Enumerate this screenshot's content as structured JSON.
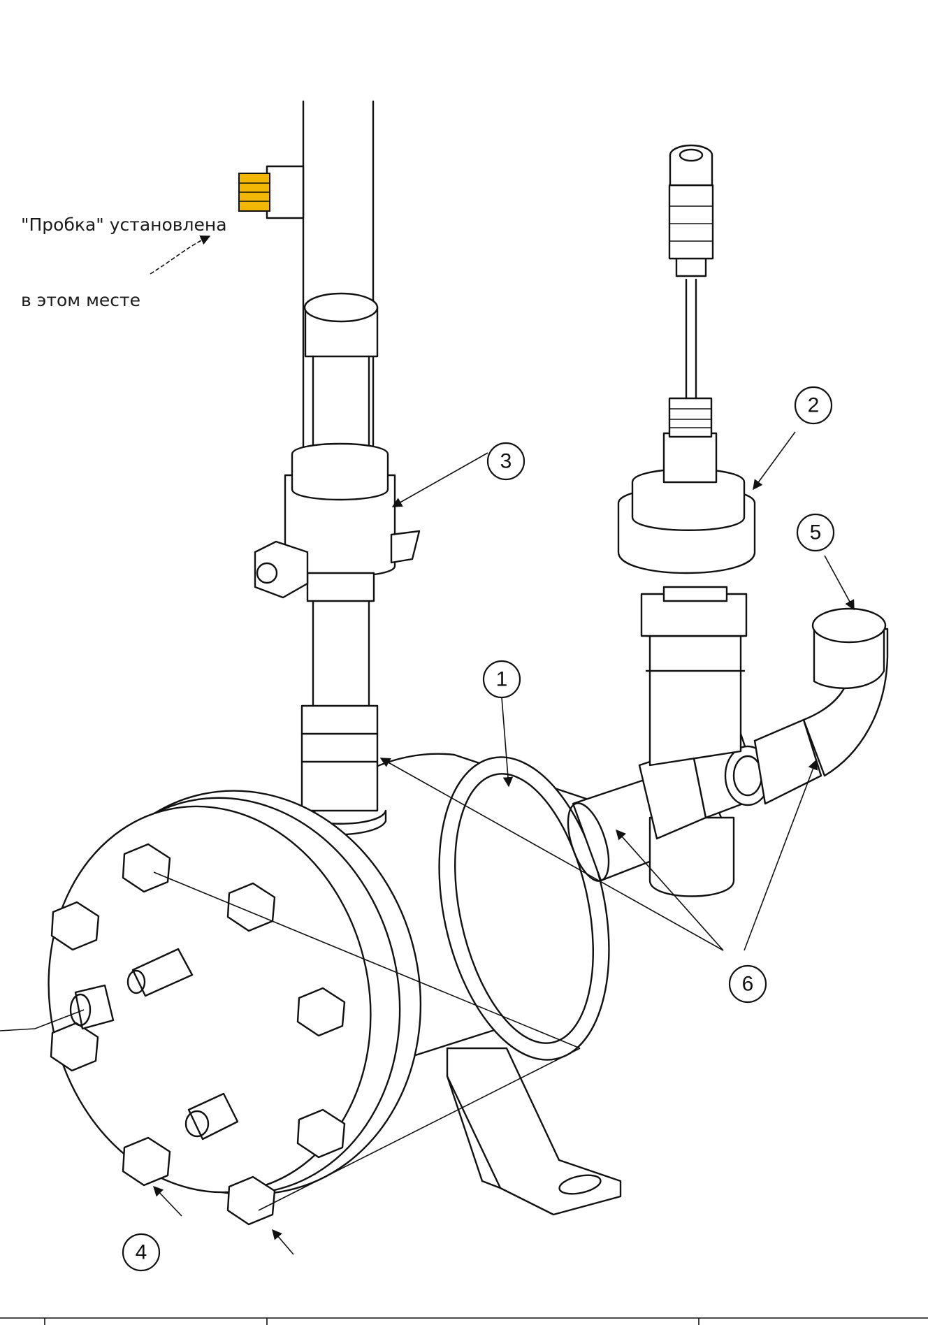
{
  "note": {
    "line1": "\"Пробка\" установлена",
    "line2": "в этом месте"
  },
  "callouts": [
    {
      "id": "1",
      "label": "1"
    },
    {
      "id": "2",
      "label": "2"
    },
    {
      "id": "3",
      "label": "3"
    },
    {
      "id": "4",
      "label": "4"
    },
    {
      "id": "5",
      "label": "5"
    },
    {
      "id": "6",
      "label": "6"
    }
  ],
  "colors": {
    "plug_fill": "#f2b705",
    "line": "#111111",
    "background": "#ffffff"
  }
}
